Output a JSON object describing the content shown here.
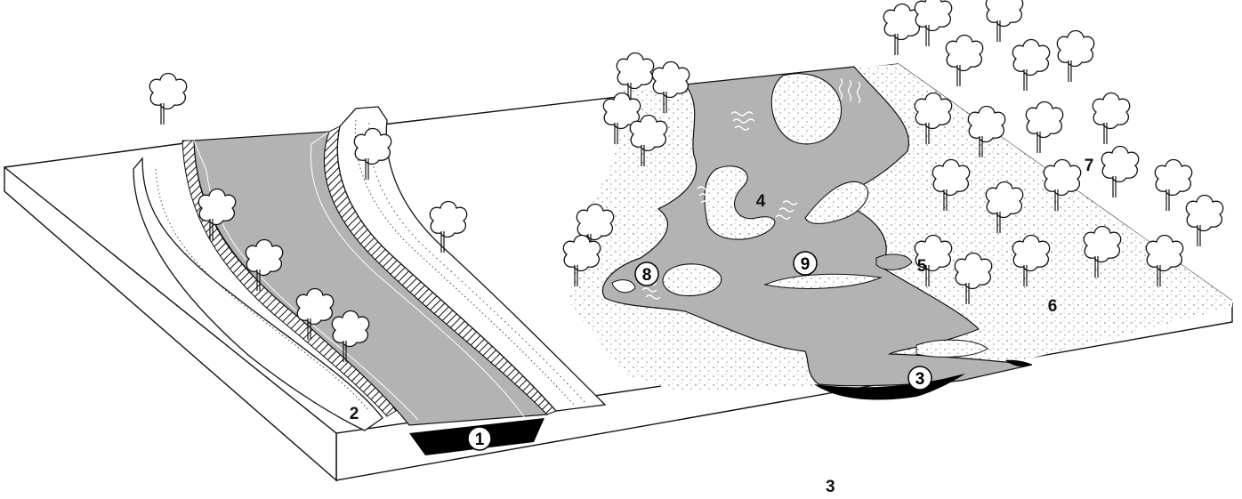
{
  "labels": {
    "l1": "1",
    "l2": "2",
    "l3": "3",
    "l4": "4",
    "l5": "5",
    "l6": "6",
    "l7": "7",
    "l8": "8",
    "l9": "9"
  },
  "caption": "3",
  "colors": {
    "water": "#b3b3b3",
    "bank_fill": "#ffffff",
    "ink": "#111111",
    "bed": "#000000"
  }
}
